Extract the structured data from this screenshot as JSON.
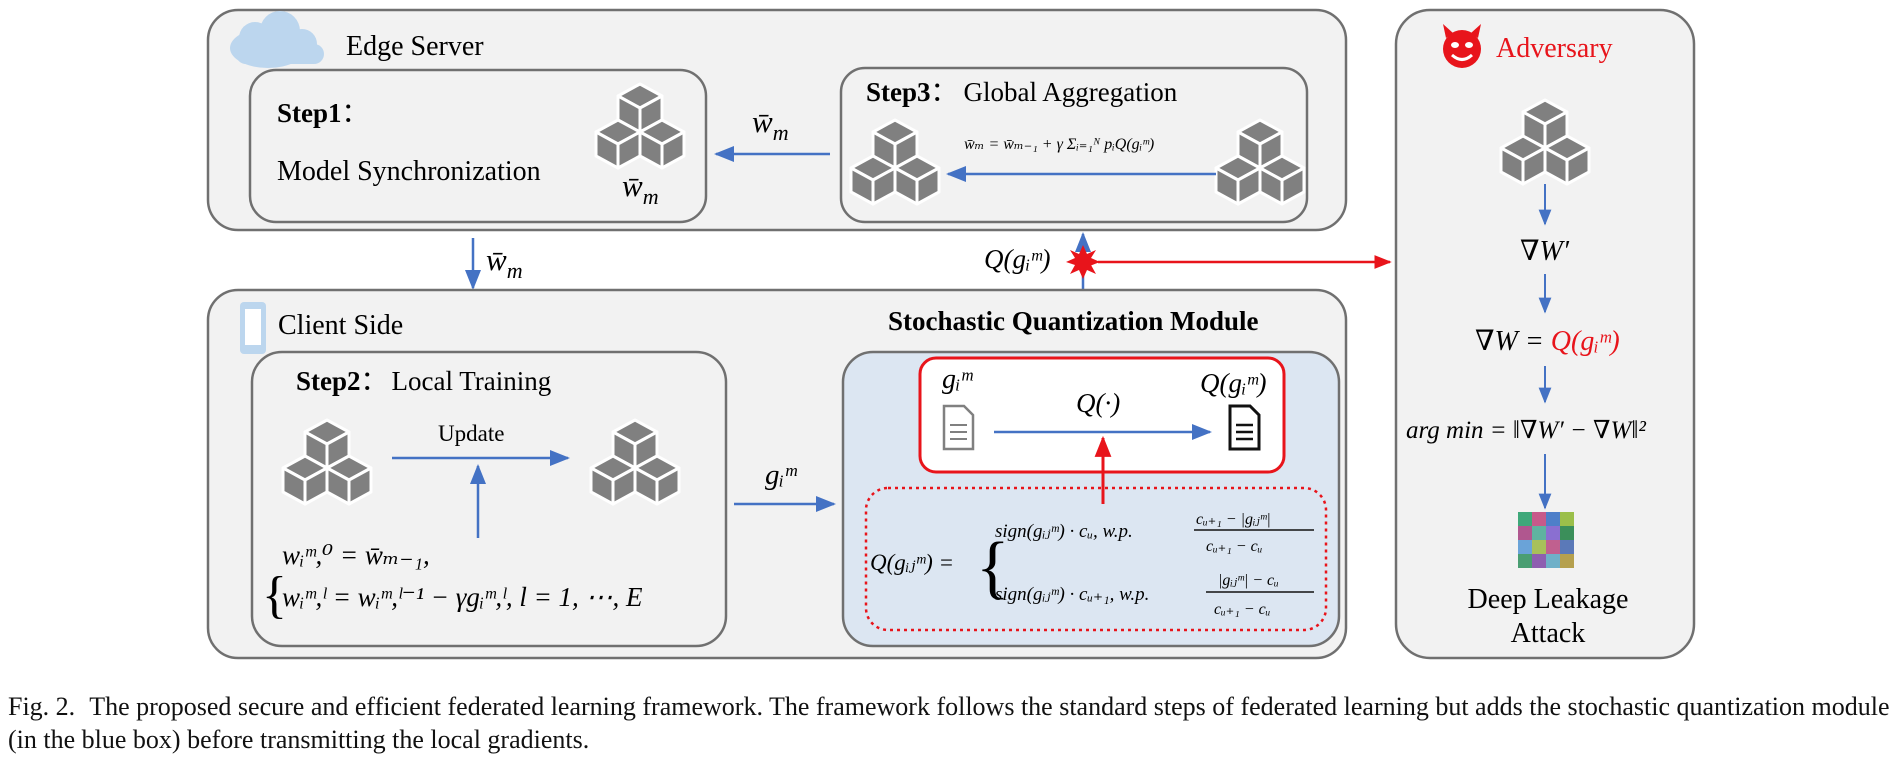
{
  "edge_server": {
    "title": "Edge Server",
    "step1": {
      "label": "Step1",
      "sep": "：",
      "text": "Model Synchronization",
      "symbol": "w̄",
      "sub": "m"
    },
    "step3": {
      "label": "Step3",
      "sep": "：",
      "text": "Global Aggregation",
      "formula": "w̄ₘ = w̄ₘ₋₁ + γ Σᵢ₌₁ᴺ pᵢQ(gᵢᵐ)"
    }
  },
  "arrows": {
    "wbar_m": "w̄",
    "wbar_sub": "m",
    "q_g": "Q(gᵢᵐ)",
    "g_i": "gᵢᵐ"
  },
  "client_side": {
    "title": "Client Side",
    "step2": {
      "label": "Step2",
      "sep": "：",
      "text": "Local Training",
      "update": "Update",
      "eq1": "wᵢᵐ,⁰ = w̄ₘ₋₁,",
      "eq2": "wᵢᵐ,ˡ = wᵢᵐ,ˡ⁻¹ − γgᵢᵐ,ˡ,  l = 1, ⋯, E"
    }
  },
  "quantization": {
    "title": "Stochastic Quantization Module",
    "input": "gᵢᵐ",
    "op": "Q(·)",
    "output": "Q(gᵢᵐ)",
    "lhs": "Q(gᵢⱼᵐ) =",
    "case1": "sign(gᵢⱼᵐ) · cᵤ, w.p.",
    "frac1_num": "cᵤ₊₁ − |gᵢⱼᵐ|",
    "frac1_den": "cᵤ₊₁ − cᵤ",
    "case2": "sign(gᵢⱼᵐ) · cᵤ₊₁, w.p.",
    "frac2_num": "|gᵢⱼᵐ| − cᵤ",
    "frac2_den": "cᵤ₊₁ − cᵤ"
  },
  "adversary": {
    "title": "Adversary",
    "grad_prime": "∇W′",
    "grad_eq_lhs": "∇W = ",
    "grad_eq_rhs": "Q(gᵢᵐ)",
    "argmin": "arg min = ‖∇W′ − ∇W‖²",
    "attack_line1": "Deep Leakage",
    "attack_line2": "Attack"
  },
  "caption": {
    "label": "Fig. 2.",
    "text": "The proposed secure and efficient federated learning framework. The framework follows the standard steps of federated learning but adds the stochastic quantization module (in the blue box) before transmitting the local gradients."
  },
  "colors": {
    "arrow_blue": "#4472c4",
    "red": "#e8141b",
    "panel_fill": "#f2f2f2",
    "quant_fill": "#dce6f2",
    "cube": "#7f7f7f",
    "cloud": "#bcd6ee"
  }
}
